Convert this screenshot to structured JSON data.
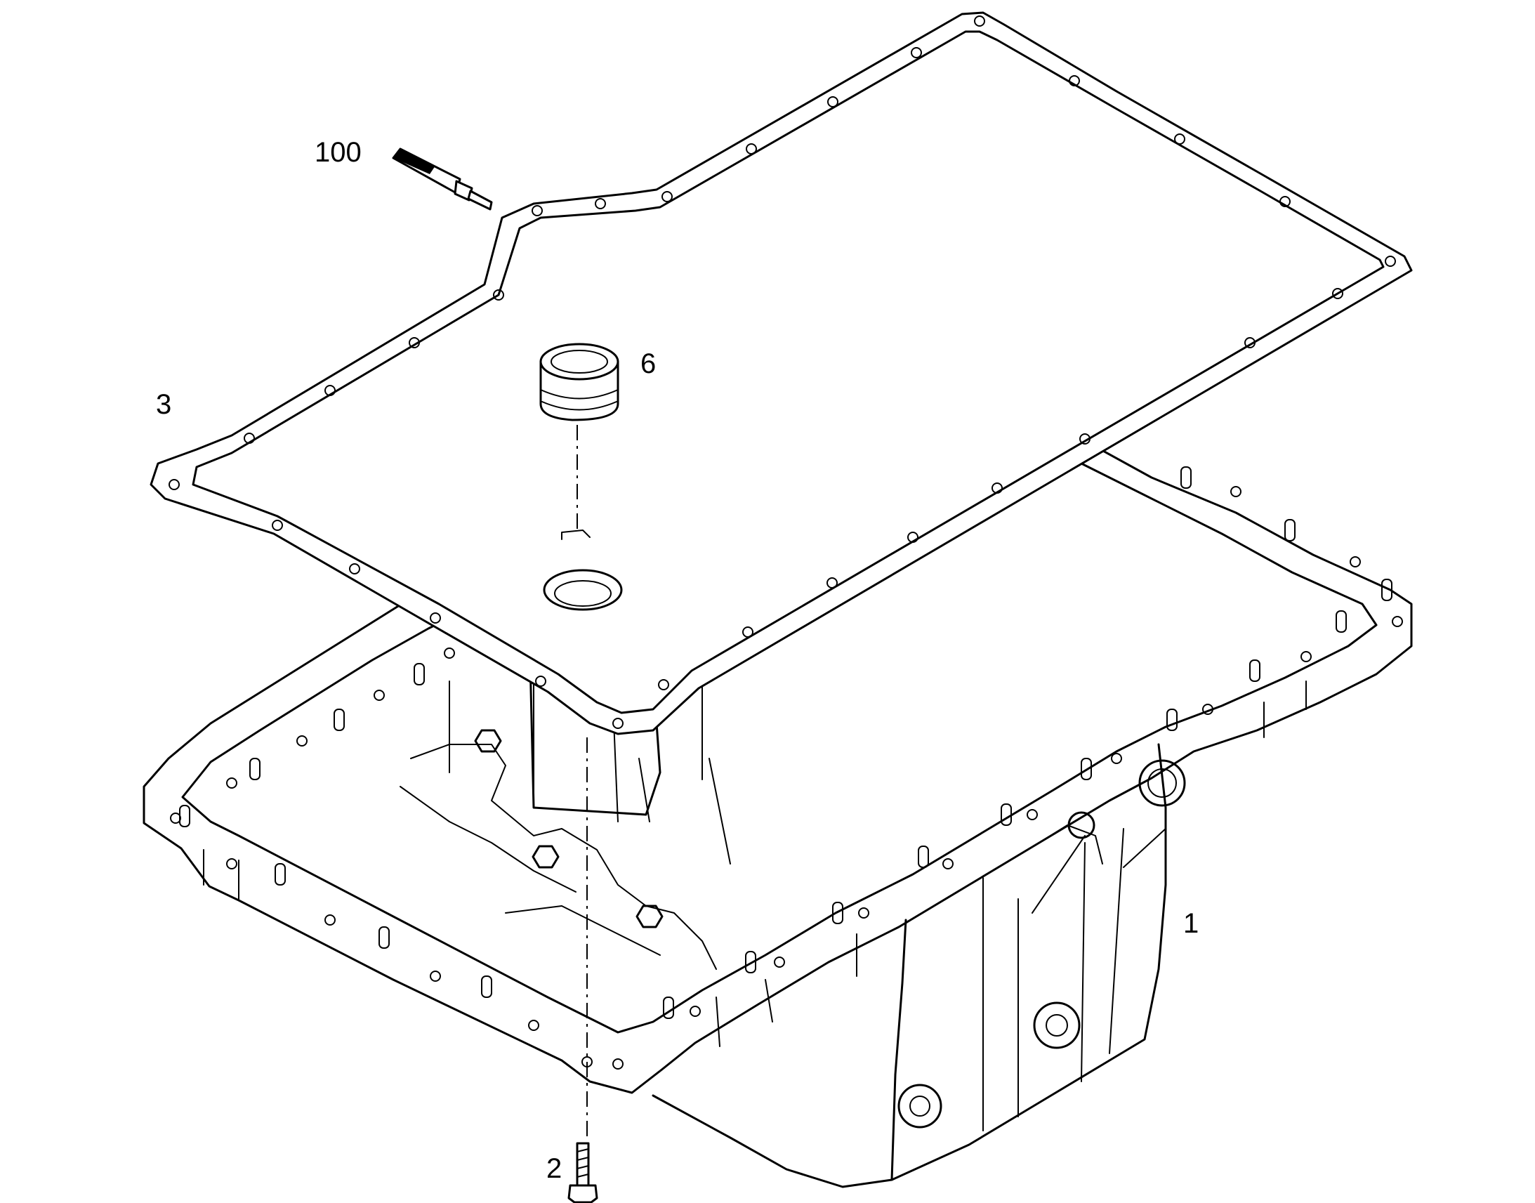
{
  "diagram": {
    "callouts": {
      "part_100": "100",
      "part_6": "6",
      "part_3": "3",
      "part_1": "1",
      "part_2": "2"
    }
  }
}
